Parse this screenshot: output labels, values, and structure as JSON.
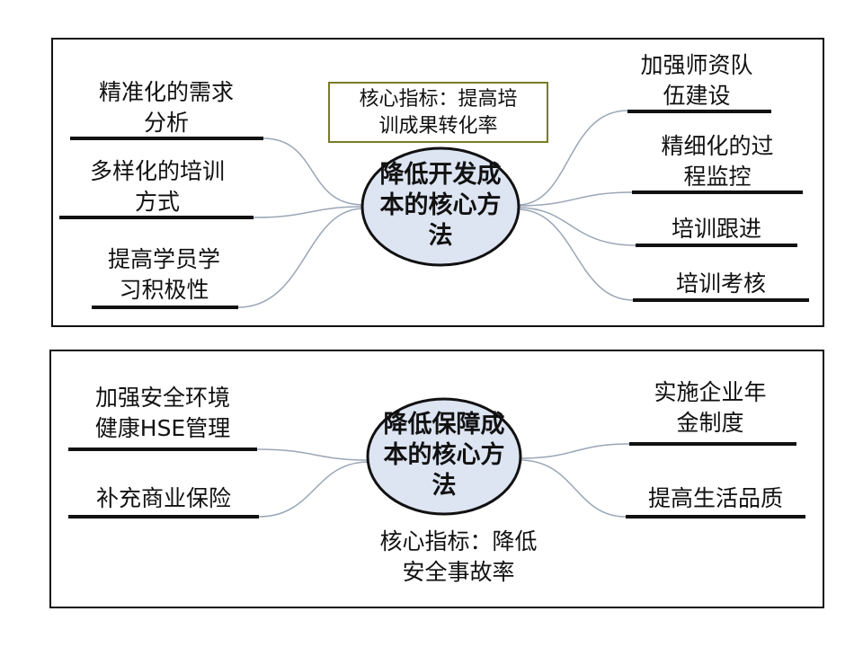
{
  "top": {
    "center": {
      "line1": "降低开发成",
      "line2": "本的核心方",
      "line3": "法"
    },
    "kpi": {
      "line1": "核心指标：提高培",
      "line2": "训成果转化率"
    },
    "left_nodes": [
      {
        "line1": "精准化的需求",
        "line2": "分析"
      },
      {
        "line1": "多样化的培训",
        "line2": "方式"
      },
      {
        "line1": "提高学员学",
        "line2": "习积极性"
      }
    ],
    "right_nodes": [
      {
        "line1": "加强师资队",
        "line2": "伍建设"
      },
      {
        "line1": "精细化的过",
        "line2": "程监控"
      },
      {
        "line1": "培训跟进",
        "line2": ""
      },
      {
        "line1": "培训考核",
        "line2": ""
      }
    ]
  },
  "bottom": {
    "center": {
      "line1": "降低保障成",
      "line2": "本的核心方",
      "line3": "法"
    },
    "kpi": {
      "line1": "核心指标：降低",
      "line2": "安全事故率"
    },
    "left_nodes": [
      {
        "line1": "加强安全环境",
        "line2": "健康HSE管理"
      },
      {
        "line1": "补充商业保险",
        "line2": ""
      }
    ],
    "right_nodes": [
      {
        "line1": "实施企业年",
        "line2": "金制度"
      },
      {
        "line1": "提高生活品质",
        "line2": ""
      }
    ]
  },
  "colors": {
    "border": "#111111",
    "connector": "#9aa6b6",
    "circle_fill": "#dde4f2",
    "kpi_border": "#7a7a2a"
  }
}
